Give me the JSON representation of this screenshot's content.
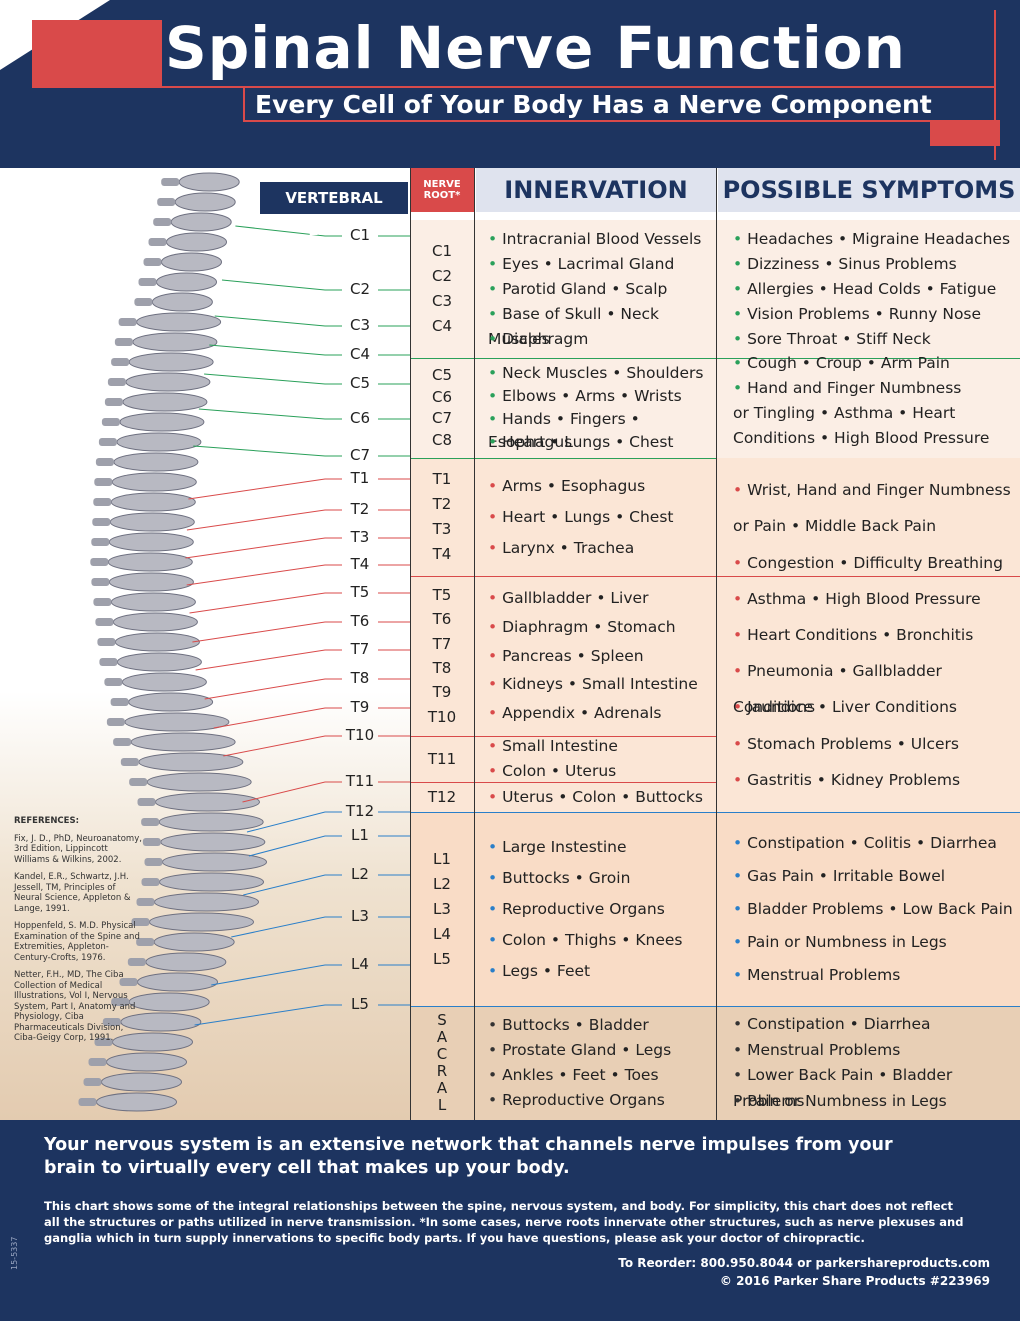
{
  "header": {
    "title": "Spinal Nerve Function",
    "subtitle": "Every Cell of Your Body Has a Nerve Component"
  },
  "columns": {
    "vertebral_level": "VERTEBRAL LEVEL",
    "nerve_root_line1": "NERVE",
    "nerve_root_line2": "ROOT*",
    "innervation": "INNERVATION",
    "symptoms": "POSSIBLE SYMPTOMS"
  },
  "vertebrae": [
    "C1",
    "C2",
    "C3",
    "C4",
    "C5",
    "C6",
    "C7",
    "T1",
    "T2",
    "T3",
    "T4",
    "T5",
    "T6",
    "T7",
    "T8",
    "T9",
    "T10",
    "T11",
    "T12",
    "L1",
    "L2",
    "L3",
    "L4",
    "L5"
  ],
  "sections": [
    {
      "roots": [
        "C1",
        "C2",
        "C3",
        "C4"
      ],
      "innervation": [
        "Intracranial Blood Vessels",
        "Eyes • Lacrimal Gland",
        "Parotid Gland • Scalp",
        "Base of Skull • Neck Muscles",
        "Diaphragm"
      ],
      "symptoms": [
        "Headaches • Migraine Headaches",
        "Dizziness • Sinus Problems",
        "Allergies • Head Colds • Fatigue",
        "Vision Problems • Runny Nose",
        "Sore Throat • Stiff Neck",
        "Cough • Croup • Arm Pain",
        "Hand and Finger Numbness",
        "or Tingling • Asthma • Heart",
        "Conditions • High Blood Pressure"
      ]
    },
    {
      "roots": [
        "C5",
        "C6",
        "C7",
        "C8"
      ],
      "innervation": [
        "Neck Muscles • Shoulders",
        "Elbows • Arms • Wrists",
        "Hands • Fingers • Esophagus",
        "Heart • Lungs • Chest"
      ]
    },
    {
      "roots": [
        "T1",
        "T2",
        "T3",
        "T4"
      ],
      "innervation": [
        "Arms • Esophagus",
        "Heart • Lungs • Chest",
        "Larynx • Trachea"
      ],
      "symptoms": [
        "Wrist, Hand and Finger Numbness",
        "or Pain • Middle Back Pain",
        "Congestion • Difficulty Breathing",
        "Asthma • High Blood Pressure",
        "Heart Conditions • Bronchitis",
        "Pneumonia • Gallbladder Conditions",
        "Jaundice • Liver Conditions",
        "Stomach Problems • Ulcers",
        "Gastritis • Kidney Problems"
      ]
    },
    {
      "roots": [
        "T5",
        "T6",
        "T7",
        "T8",
        "T9",
        "T10"
      ],
      "innervation": [
        "Gallbladder • Liver",
        "Diaphragm • Stomach",
        "Pancreas • Spleen",
        "Kidneys • Small Intestine",
        "Appendix • Adrenals"
      ]
    },
    {
      "roots": [
        "T11"
      ],
      "innervation": [
        "Small Intestine",
        "Colon • Uterus"
      ]
    },
    {
      "roots": [
        "T12"
      ],
      "innervation": [
        "Uterus • Colon • Buttocks"
      ]
    },
    {
      "roots": [
        "L1",
        "L2",
        "L3",
        "L4",
        "L5"
      ],
      "innervation": [
        "Large Instestine",
        "Buttocks • Groin",
        "Reproductive Organs",
        "Colon • Thighs • Knees",
        "Legs • Feet"
      ],
      "symptoms": [
        "Constipation • Colitis • Diarrhea",
        "Gas Pain • Irritable Bowel",
        "Bladder Problems • Low Back Pain",
        "Pain or Numbness in Legs",
        "Menstrual Problems"
      ]
    },
    {
      "roots": [
        "S",
        "A",
        "C",
        "R",
        "A",
        "L"
      ],
      "innervation": [
        "Buttocks • Bladder",
        "Prostate Gland • Legs",
        "Ankles • Feet • Toes",
        "Reproductive Organs"
      ],
      "symptoms": [
        "Constipation • Diarrhea",
        "Menstrual Problems",
        "Lower Back Pain • Bladder Problems",
        "Pain or Numbness in Legs"
      ]
    }
  ],
  "references": {
    "heading": "REFERENCES:",
    "items": [
      "Fix, J. D., PhD, Neuroanatomy, 3rd Edition, Lippincott Williams & Wilkins, 2002.",
      "Kandel, E.R., Schwartz, J.H. Jessell, TM, Principles of Neural Science, Appleton & Lange, 1991.",
      "Hoppenfeld, S. M.D. Physical Examination of the Spine and Extremities, Appleton-Century-Crofts, 1976.",
      "Netter, F.H., MD, The Ciba Collection of Medical Illustrations, Vol I, Nervous System, Part I, Anatomy and Physiology, Ciba Pharmaceuticals Division, Ciba-Geigy Corp, 1991."
    ]
  },
  "footer": {
    "main": "Your nervous system is an extensive network that channels nerve impulses from your brain to virtually every cell that makes up your body.",
    "small": "This chart shows some of the integral relationships between the spine, nervous system, and body. For simplicity, this chart does not reflect all the structures or paths utilized in nerve transmission. *In some cases, nerve roots innervate other structures, such as nerve plexuses and ganglia which in turn supply innervations to specific body parts. If you have questions, please ask your doctor of chiropractic.",
    "reorder": "To Reorder:  800.950.8044 or parkershareproducts.com",
    "copyright": "© 2016 Parker Share Products        #223969",
    "code": "15-5337"
  },
  "colors": {
    "navy": "#1d3460",
    "red": "#d94a4a",
    "cervical_line": "#2aa05a",
    "thoracic_line": "#d94a4a",
    "lumbar_line": "#2a7fc9"
  }
}
